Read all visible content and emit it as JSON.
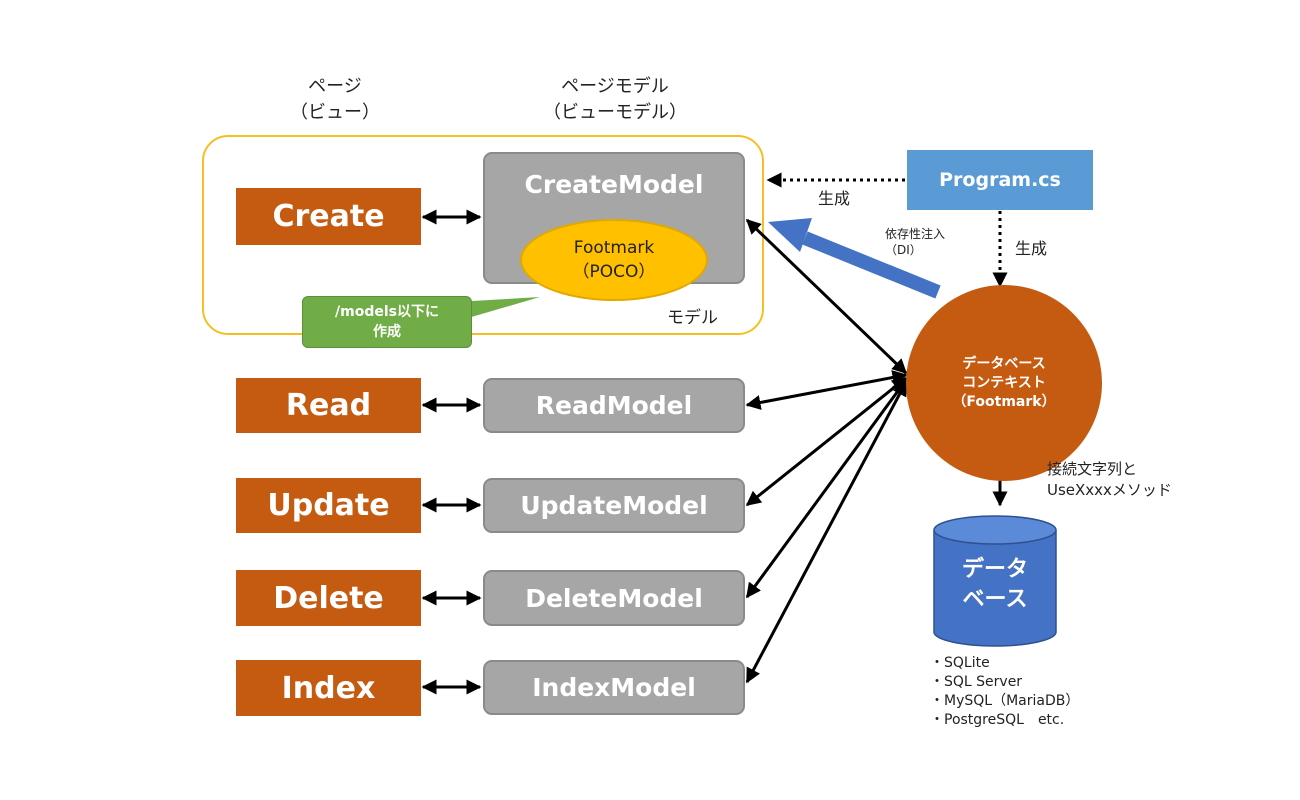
{
  "headers": {
    "page_line1": "ページ",
    "page_line2": "（ビュー）",
    "pagemodel_line1": "ページモデル",
    "pagemodel_line2": "（ビューモデル）"
  },
  "pages": {
    "create": "Create",
    "read": "Read",
    "update": "Update",
    "delete": "Delete",
    "index": "Index"
  },
  "models": {
    "create": "CreateModel",
    "read": "ReadModel",
    "update": "UpdateModel",
    "delete": "DeleteModel",
    "index": "IndexModel"
  },
  "footmark": {
    "line1": "Footmark",
    "line2": "（POCO）"
  },
  "model_label": "モデル",
  "note": {
    "line1": "/models以下に",
    "line2": "作成"
  },
  "program": "Program.cs",
  "generate_left": "生成",
  "generate_down": "生成",
  "di": {
    "line1": "依存性注入",
    "line2": "（DI）"
  },
  "db_context": {
    "line1": "データベース",
    "line2": "コンテキスト",
    "line3": "（Footmark）"
  },
  "connection": {
    "line1": "接続文字列と",
    "line2": "UseXxxxメソッド"
  },
  "database": {
    "line1": "データ",
    "line2": "ベース"
  },
  "db_list": [
    "・SQLite",
    "・SQL Server",
    "・MySQL（MariaDB）",
    "・PostgreSQL　etc."
  ],
  "colors": {
    "page_fill": "#c55a11",
    "model_fill": "#a6a6a6",
    "poco_fill": "#ffc000",
    "note_fill": "#70ad47",
    "program_fill": "#5b9bd5",
    "db_fill": "#4472c4",
    "group_border": "#f5bf24"
  }
}
